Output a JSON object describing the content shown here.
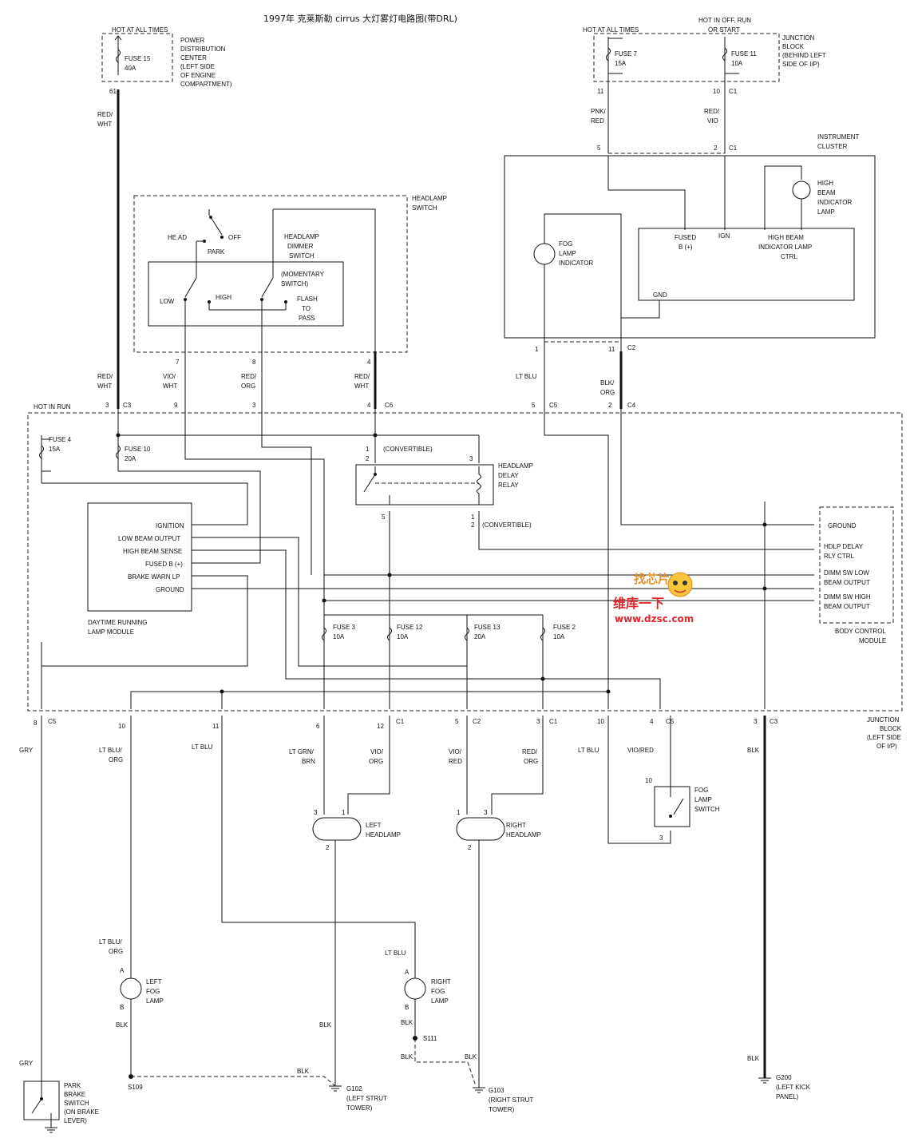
{
  "title": "1997年 克莱斯勒 cirrus 大灯雾灯电路图(带DRL)",
  "watermark": {
    "top": "找芯片",
    "brand": "维库一下",
    "url": "www.dzsc.com"
  },
  "pdc": {
    "hot": "HOT AT ALL TIMES",
    "fuse": "FUSE 15",
    "rating": "40A",
    "pin": "61",
    "label": [
      "POWER",
      "DISTRIBUTION",
      "CENTER",
      "(LEFT SIDE",
      "OF ENGINE",
      "COMPARTMENT)"
    ]
  },
  "jb_top": {
    "hot1": "HOT AT ALL TIMES",
    "hot2": [
      "HOT IN OFF, RUN",
      "OR START"
    ],
    "fuse7": "FUSE 7",
    "fuse7_rating": "15A",
    "fuse11": "FUSE 11",
    "fuse11_rating": "10A",
    "pin11": "11",
    "pin10": "10",
    "conn": "C1",
    "label": [
      "JUNCTION",
      "BLOCK",
      "(BEHIND LEFT",
      "SIDE OF I/P)"
    ]
  },
  "wires": {
    "red_wht": [
      "RED/",
      "WHT"
    ],
    "pnk_red": [
      "PNK/",
      "RED"
    ],
    "red_vio": [
      "RED/",
      "VIO"
    ],
    "vio_wht": [
      "VIO/",
      "WHT"
    ],
    "red_org": [
      "RED/",
      "ORG"
    ],
    "red_wht2": [
      "RED/",
      "WHT"
    ],
    "lt_blu": "LT BLU",
    "blk_org": [
      "BLK/",
      "ORG"
    ],
    "gry": "GRY",
    "lt_blu_org": [
      "LT BLU/",
      "ORG"
    ],
    "lt_blu2": "LT BLU",
    "lt_grn_brn": [
      "LT GRN/",
      "BRN"
    ],
    "vio_org": [
      "VIO/",
      "ORG"
    ],
    "vio_red": [
      "VIO/",
      "RED"
    ],
    "red_org2": [
      "RED/",
      "ORG"
    ],
    "lt_blu3": "LT BLU",
    "vio_red2": "VIO/RED",
    "blk": "BLK"
  },
  "cluster": {
    "label": [
      "INSTRUMENT",
      "CLUSTER"
    ],
    "pin5": "5",
    "pin2": "2",
    "conn": "C1",
    "fog_ind": [
      "FOG",
      "LAMP",
      "INDICATOR"
    ],
    "hb_ind": [
      "HIGH",
      "BEAM",
      "INDICATOR",
      "LAMP"
    ],
    "fused_b": [
      "FUSED",
      "B (+)"
    ],
    "ign": "IGN",
    "hb_ctrl": [
      "HIGH BEAM",
      "INDICATOR LAMP",
      "CTRL"
    ],
    "gnd": "GND",
    "pin1": "1",
    "pin11": "11",
    "conn2": "C2"
  },
  "hl_switch": {
    "label": [
      "HEADLAMP",
      "SWITCH"
    ],
    "head": "HE AD",
    "park": "PARK",
    "off": "OFF",
    "dimmer": [
      "HEADLAMP",
      "DIMMER",
      "SWITCH"
    ],
    "momentary": [
      "(MOMENTARY",
      "SWITCH)"
    ],
    "low": "LOW",
    "high": "HIGH",
    "flash": [
      "FLASH",
      "TO",
      "PASS"
    ],
    "pins": [
      "7",
      "8",
      "4"
    ]
  },
  "jb_main": {
    "hot_run": "HOT IN RUN",
    "c3_pin": "3",
    "c3": "C3",
    "p9": "9",
    "p3": "3",
    "p4": "4",
    "c6": "C6",
    "p5": "5",
    "c5": "C5",
    "p2": "2",
    "c4": "C4",
    "fuse4": "FUSE 4",
    "fuse4_rating": "15A",
    "fuse10": "FUSE 10",
    "fuse10_rating": "20A",
    "convertible": "(CONVERTIBLE)",
    "relay": [
      "HEADLAMP",
      "DELAY",
      "RELAY"
    ],
    "relay_pins": [
      "1",
      "2",
      "3",
      "5",
      "1",
      "2"
    ],
    "convertible2": "(CONVERTIBLE)",
    "fuse3": "FUSE 3",
    "fuse3_rating": "10A",
    "fuse12": "FUSE 12",
    "fuse12_rating": "10A",
    "fuse13": "FUSE 13",
    "fuse13_rating": "20A",
    "fuse2": "FUSE 2",
    "fuse2_rating": "10A",
    "label": [
      "JUNCTION",
      "BLOCK",
      "(LEFT SIDE",
      "OF I/P)"
    ]
  },
  "drl": {
    "items": [
      "IGNITION",
      "LOW BEAM OUTPUT",
      "HIGH BEAM SENSE",
      "FUSED B (+)",
      "BRAKE WARN LP",
      "GROUND"
    ],
    "label": [
      "DAYTIME RUNNING",
      "LAMP MODULE"
    ]
  },
  "bcm": {
    "items": [
      "GROUND",
      "HDLP DELAY",
      "RLY CTRL",
      "DIMM SW LOW",
      "BEAM OUTPUT",
      "DIMM SW HIGH",
      "BEAM OUTPUT"
    ],
    "label": [
      "BODY CONTROL",
      "MODULE"
    ]
  },
  "bottom_pins": [
    {
      "pin": "8",
      "conn": "C5"
    },
    {
      "pin": "10",
      "conn": ""
    },
    {
      "pin": "11",
      "conn": ""
    },
    {
      "pin": "6",
      "conn": ""
    },
    {
      "pin": "12",
      "conn": "C1"
    },
    {
      "pin": "5",
      "conn": "C2"
    },
    {
      "pin": "3",
      "conn": "C1"
    },
    {
      "pin": "10",
      "conn": ""
    },
    {
      "pin": "4",
      "conn": "C5"
    },
    {
      "pin": "3",
      "conn": "C3"
    }
  ],
  "lamps": {
    "left_hl": [
      "LEFT",
      "HEADLAMP"
    ],
    "right_hl": [
      "RIGHT",
      "HEADLAMP"
    ],
    "hl_pins": [
      "3",
      "1",
      "2"
    ],
    "left_fog": [
      "LEFT",
      "FOG",
      "LAMP"
    ],
    "right_fog": [
      "RIGHT",
      "FOG",
      "LAMP"
    ],
    "a": "A",
    "b": "B",
    "fog_sw": [
      "FOG",
      "LAMP",
      "SWITCH"
    ],
    "fog_sw_pins": [
      "10",
      "3"
    ]
  },
  "grounds": {
    "s109": "S109",
    "s111": "S111",
    "g102": [
      "G102",
      "(LEFT STRUT",
      "TOWER)"
    ],
    "g103": [
      "G103",
      "(RIGHT STRUT",
      "TOWER)"
    ],
    "g200": [
      "G200",
      "(LEFT KICK",
      "PANEL)"
    ]
  },
  "park_brake": [
    "PARK",
    "BRAKE",
    "SWITCH",
    "(ON BRAKE",
    "LEVER)"
  ]
}
